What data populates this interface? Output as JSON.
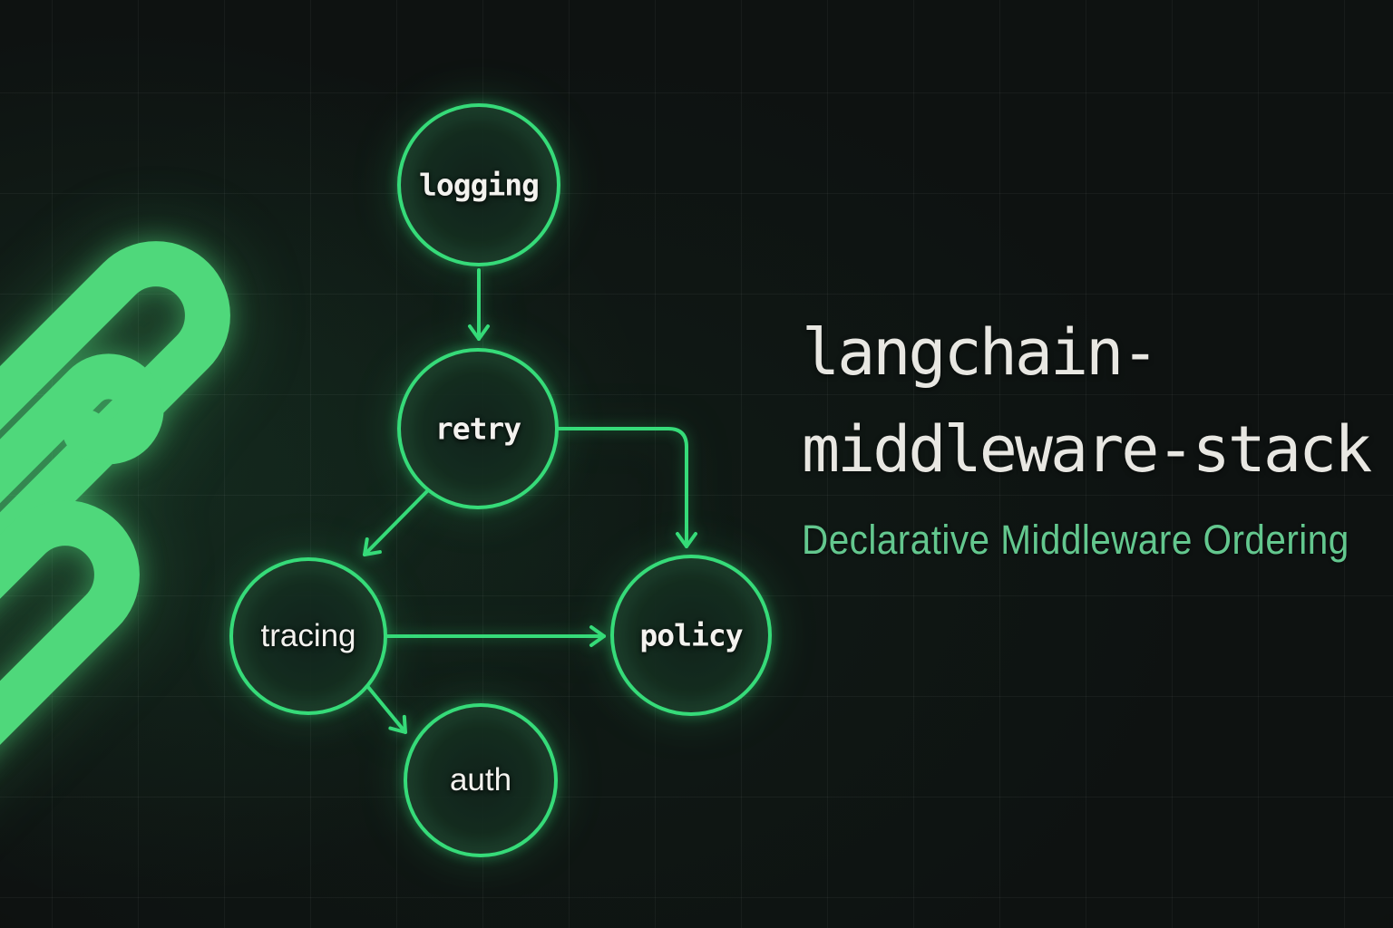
{
  "page": {
    "background_color": "#0e1211",
    "grid_color": "rgba(255,255,255,0.045)",
    "accent_green": "#36db79",
    "logo_green": "#4fd87b"
  },
  "logo": {
    "icon": "chain-link-icon"
  },
  "title": {
    "line1": "langchain-",
    "line2": "middleware-stack",
    "color": "#e8e7e2"
  },
  "subtitle": {
    "text": "Declarative Middleware Ordering",
    "color": "#63c78e"
  },
  "diagram": {
    "node_label_color": "#f3f2ee",
    "nodes": [
      {
        "id": "logging",
        "label": "logging"
      },
      {
        "id": "retry",
        "label": "retry"
      },
      {
        "id": "tracing",
        "label": "tracing"
      },
      {
        "id": "policy",
        "label": "policy"
      },
      {
        "id": "auth",
        "label": "auth"
      }
    ],
    "edges": [
      {
        "from": "logging",
        "to": "retry"
      },
      {
        "from": "retry",
        "to": "policy"
      },
      {
        "from": "retry",
        "to": "tracing"
      },
      {
        "from": "tracing",
        "to": "policy"
      },
      {
        "from": "tracing",
        "to": "auth"
      }
    ]
  }
}
